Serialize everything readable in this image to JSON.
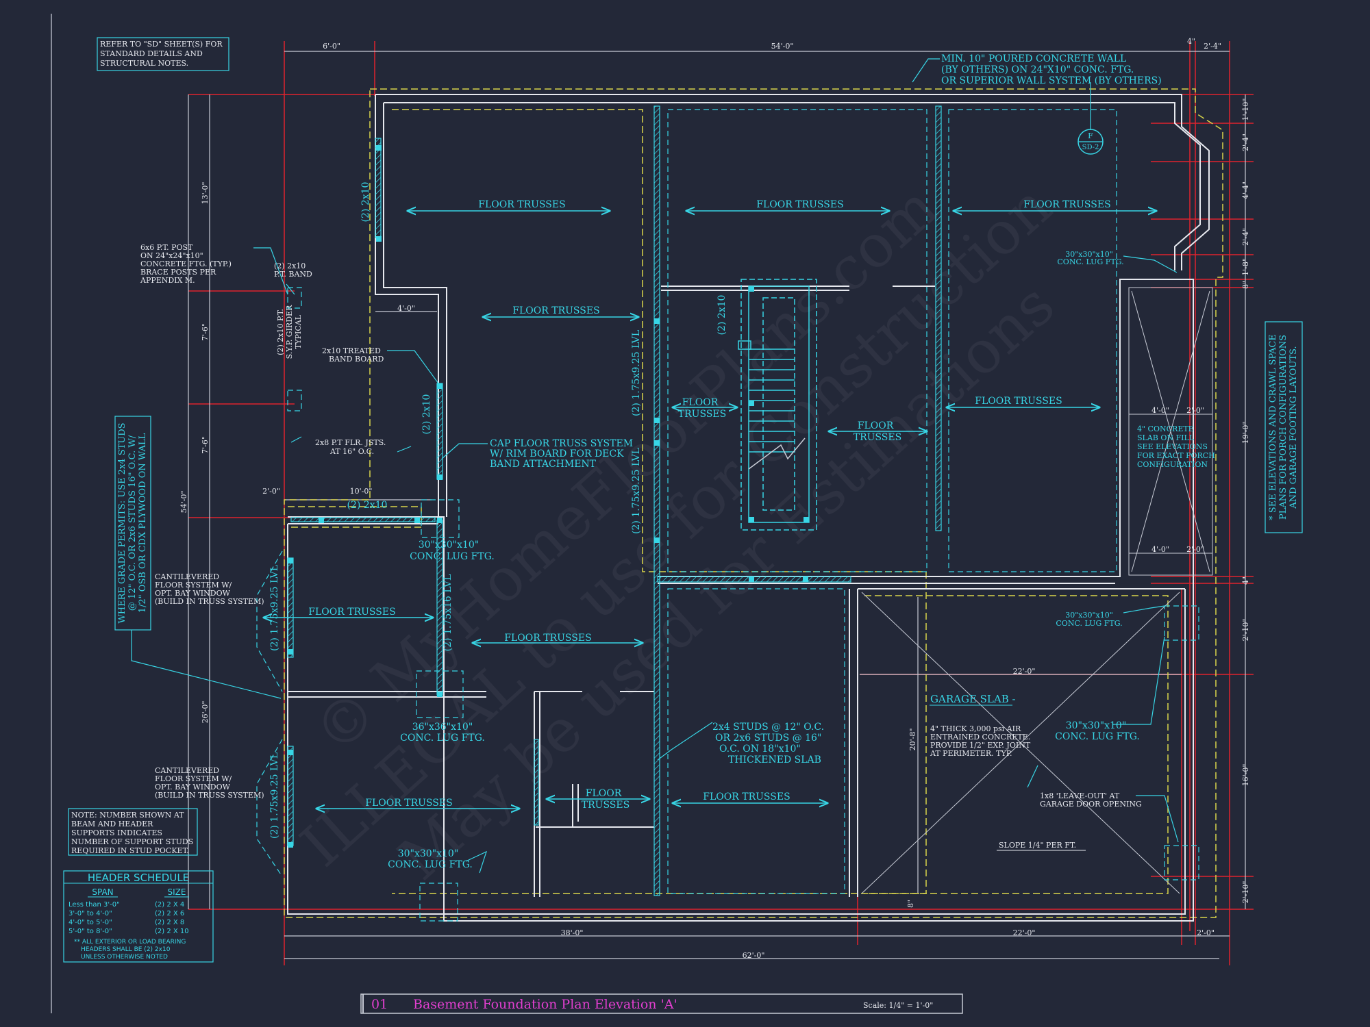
{
  "title_block": {
    "sheet_no": "01",
    "title": "Basement Foundation Plan Elevation 'A'",
    "scale": "Scale: 1/4\" = 1'-0\""
  },
  "notes": {
    "refer": [
      "REFER TO \"SD\" SHEET(S) FOR",
      "STANDARD DETAILS AND",
      "STRUCTURAL NOTES."
    ],
    "wall": [
      "MIN. 10\" POURED CONCRETE WALL",
      "(BY OTHERS) ON 24\"X10\" CONC. FTG.",
      "OR SUPERIOR WALL SYSTEM (BY OTHERS)"
    ],
    "post": [
      "6x6 P.T. POST",
      "ON 24\"x24\"x10\"",
      "CONCRETE FTG. (TYP.)",
      "BRACE POSTS PER",
      "APPENDIX M."
    ],
    "pt_band": [
      "(2) 2x10",
      "P.T. BAND"
    ],
    "band_board": [
      "2x10 TREATED",
      "BAND BOARD"
    ],
    "flr_jsts": [
      "2x8 P.T FLR. JSTS.",
      "AT 16\" O.C."
    ],
    "cap": [
      "CAP FLOOR TRUSS SYSTEM",
      "W/ RIM BOARD FOR DECK",
      "BAND ATTACHMENT"
    ],
    "girder": [
      "(2) 2x10 P.T.",
      "S.Y.P. GIRDER",
      "TYPICAL"
    ],
    "studs_vertical": [
      "WHERE GRADE PERMITS: USE 2x4 STUDS",
      "@ 12\" O.C. OR 2x6 STUDS 16\" O.C. W/",
      "1/2\" OSB OR CDX PLYWOOD ON WALL"
    ],
    "cantilever": [
      "CANTILEVERED",
      "FLOOR SYSTEM W/",
      "OPT. BAY WINDOW",
      "(BUILD IN TRUSS SYSTEM)"
    ],
    "number_note": [
      "NOTE: NUMBER SHOWN AT",
      "BEAM AND HEADER",
      "SUPPORTS INDICATES",
      "NUMBER OF SUPPORT STUDS",
      "REQUIRED IN STUD POCKET."
    ],
    "elevations_vertical": [
      "* SEE ELEVATIONS AND CRAWL SPACE",
      "PLANS FOR PORCH CONFIGURATIONS",
      "AND GARAGE FOOTING LAYOUTS."
    ],
    "porch_slab": [
      "4\" CONCRETE",
      "SLAB ON FILL",
      "SEE ELEVATIONS",
      "FOR EXACT PORCH",
      "CONFIGURATION"
    ],
    "garage_slab_title": "GARAGE SLAB -",
    "garage_slab": [
      "4\" THICK 3,000 psi AIR",
      "ENTRAINED CONCRETE.",
      "PROVIDE 1/2\" EXP. JOINT",
      "AT PERIMETER. TYP."
    ],
    "leave_out": [
      "1x8 'LEAVE-OUT' AT",
      "GARAGE DOOR OPENING"
    ],
    "slope": "SLOPE 1/4\" PER FT.",
    "studs_slab": [
      "2x4 STUDS @ 12\" O.C.",
      "OR 2x6 STUDS @ 16\"",
      "O.C. ON 18\"x10\"",
      "THICKENED SLAB"
    ],
    "section_tag": [
      "F",
      "SD-2"
    ]
  },
  "labels": {
    "floor_trusses": "FLOOR TRUSSES",
    "floor": "FLOOR",
    "trusses": "TRUSSES",
    "lug_30": [
      "30\"x30\"x10\"",
      "CONC. LUG FTG."
    ],
    "lug_36": [
      "36\"x36\"x10\"",
      "CONC. LUG FTG."
    ],
    "two_2x10": "(2) 2x10",
    "lvl_175_925": "(2) 1.75x9.25 LVL",
    "lvl_175_16": "(2) 1.75x16 LVL",
    "dim_4_0": "4'-0\"",
    "dim_2_0": "2'-0\""
  },
  "dimensions": {
    "top": [
      "6'-0\"",
      "54'-0\"",
      "4\"",
      "2'-4\""
    ],
    "bottom": [
      "38'-0\"",
      "22'-0\"",
      "2'-0\"",
      "62'-0\""
    ],
    "left": [
      "13'-0\"",
      "7'-6\"",
      "7'-6\"",
      "54'-0\"",
      "26'-0\""
    ],
    "right": [
      "1'-10\"",
      "2'-4\"",
      "4'-4\"",
      "2'-4\"",
      "1'-8\"",
      "8\"",
      "19'-0\"",
      "4\"",
      "2'-10\"",
      "16'-0\"",
      "2'-10\""
    ],
    "misc": [
      "4'-0\"",
      "10'-0\"",
      "2'-0\"",
      "22'-0\"",
      "20'-8\"",
      "8\""
    ]
  },
  "header_schedule": {
    "title": "HEADER SCHEDULE",
    "col_span": "SPAN",
    "col_size": "SIZE",
    "rows": [
      {
        "span": "Less than 3'-0\"",
        "size": "(2) 2 X 4"
      },
      {
        "span": "3'-0\" to 4'-0\"",
        "size": "(2) 2 X 6"
      },
      {
        "span": "4'-0\" to 5'-0\"",
        "size": "(2) 2 X 8"
      },
      {
        "span": "5'-0\" to 8'-0\"",
        "size": "(2) 2 X 10"
      }
    ],
    "footnote": [
      "** ALL EXTERIOR OR LOAD BEARING",
      "HEADERS SHALL BE (2) 2x10",
      "UNLESS OTHERWISE NOTED"
    ]
  },
  "watermark": [
    "© MyHomeFloorPlans.com",
    "ILLEGAL to use for Construction",
    "May be used for Estimations"
  ],
  "colors": {
    "background": "#232838",
    "cyan": "#38d6e6",
    "red": "#e0232e",
    "yellow": "#d9d64a",
    "white": "#e6e8ee",
    "magenta": "#e23fd0"
  }
}
